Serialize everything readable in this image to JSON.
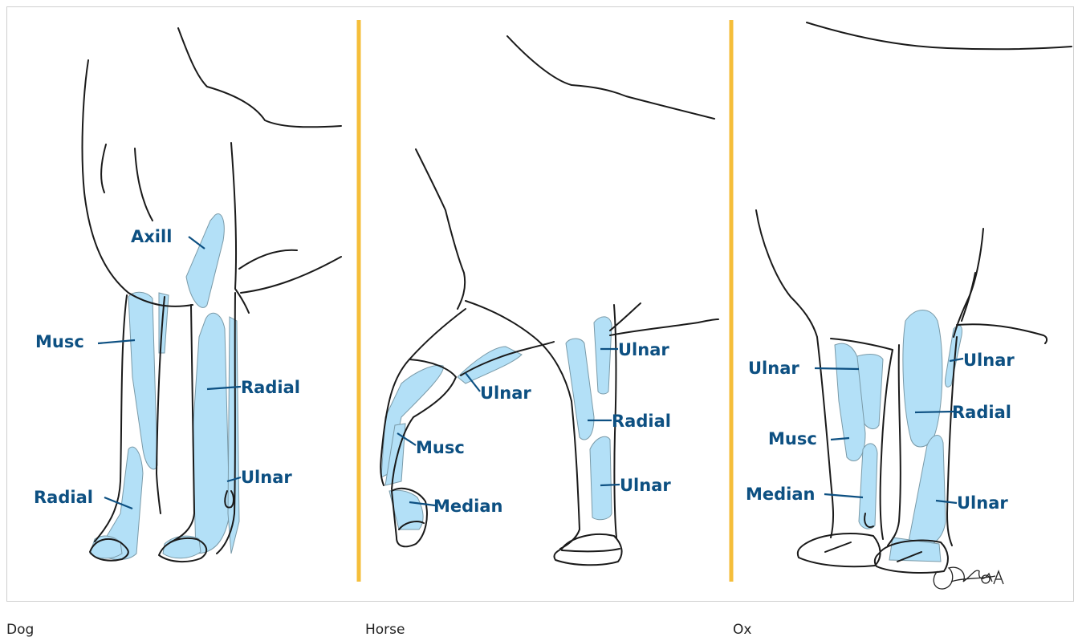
{
  "panels": [
    {
      "caption": "Dog",
      "labels": {
        "axill": "Axill",
        "musc": "Musc",
        "radial_upper": "Radial",
        "ulnar": "Ulnar",
        "radial_lower": "Radial"
      }
    },
    {
      "caption": "Horse",
      "labels": {
        "ulnar_left": "Ulnar",
        "musc": "Musc",
        "median": "Median",
        "ulnar_upper": "Ulnar",
        "radial": "Radial",
        "ulnar_lower": "Ulnar"
      }
    },
    {
      "caption": "Ox",
      "labels": {
        "ulnar_left": "Ulnar",
        "musc": "Musc",
        "median": "Median",
        "ulnar_upper": "Ulnar",
        "radial": "Radial",
        "ulnar_lower": "Ulnar"
      }
    }
  ],
  "colors": {
    "zone_fill": "#b3e0f7",
    "label": "#0d5082",
    "divider": "#f5be3a",
    "outline": "#1a1a1a"
  }
}
